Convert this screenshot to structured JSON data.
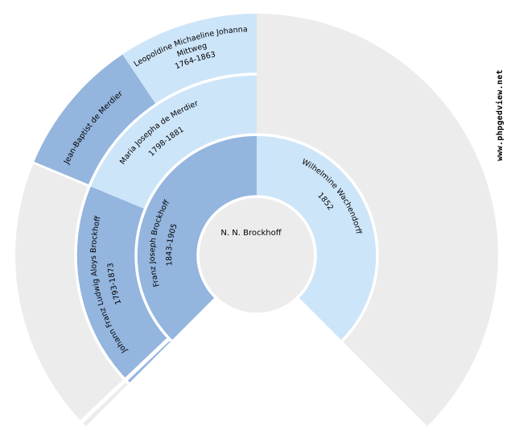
{
  "app": {
    "watermark": "www.phpgedview.net"
  },
  "chart": {
    "type": "genealogy-fan-chart",
    "generations_shown": 4,
    "fan_span_degrees": 270
  },
  "colors": {
    "male_sector": "#93b5de",
    "female_sector": "#cde5f9",
    "unknown_sector": "#ececec",
    "center_circle": "#ececec",
    "separator": "#ffffff",
    "text": "#000000",
    "background": "#ffffff"
  },
  "persons": {
    "center": {
      "name": "N. N. Brockhoff",
      "relationship": "root person"
    },
    "father": {
      "name": "Franz Joseph Brockhoff",
      "dates": "1843-1905",
      "relationship": "father"
    },
    "mother": {
      "name": "Wilhelmine Wachendorff",
      "dates": "1852",
      "relationship": "mother"
    },
    "paternal_grandfather": {
      "name": "Johann Franz Ludwig Aloys Brockhoff",
      "dates": "1793-1873",
      "relationship": "paternal grandfather"
    },
    "paternal_grandmother": {
      "name": "Maria Josepha de Merdier",
      "dates": "1798-1881",
      "relationship": "paternal grandmother"
    },
    "great_grandfather": {
      "name": "Jean-Baptist de Merdier",
      "relationship": "great-grandfather (father of Maria Josepha de Merdier)"
    },
    "great_grandmother": {
      "name": "Leopoldine Michaeline Johanna Mittweg",
      "name_line1": "Leopoldine Michaeline Johanna",
      "name_line2": "Mittweg",
      "dates": "1764-1863",
      "relationship": "great-grandmother (mother of Maria Josepha de Merdier)"
    }
  }
}
